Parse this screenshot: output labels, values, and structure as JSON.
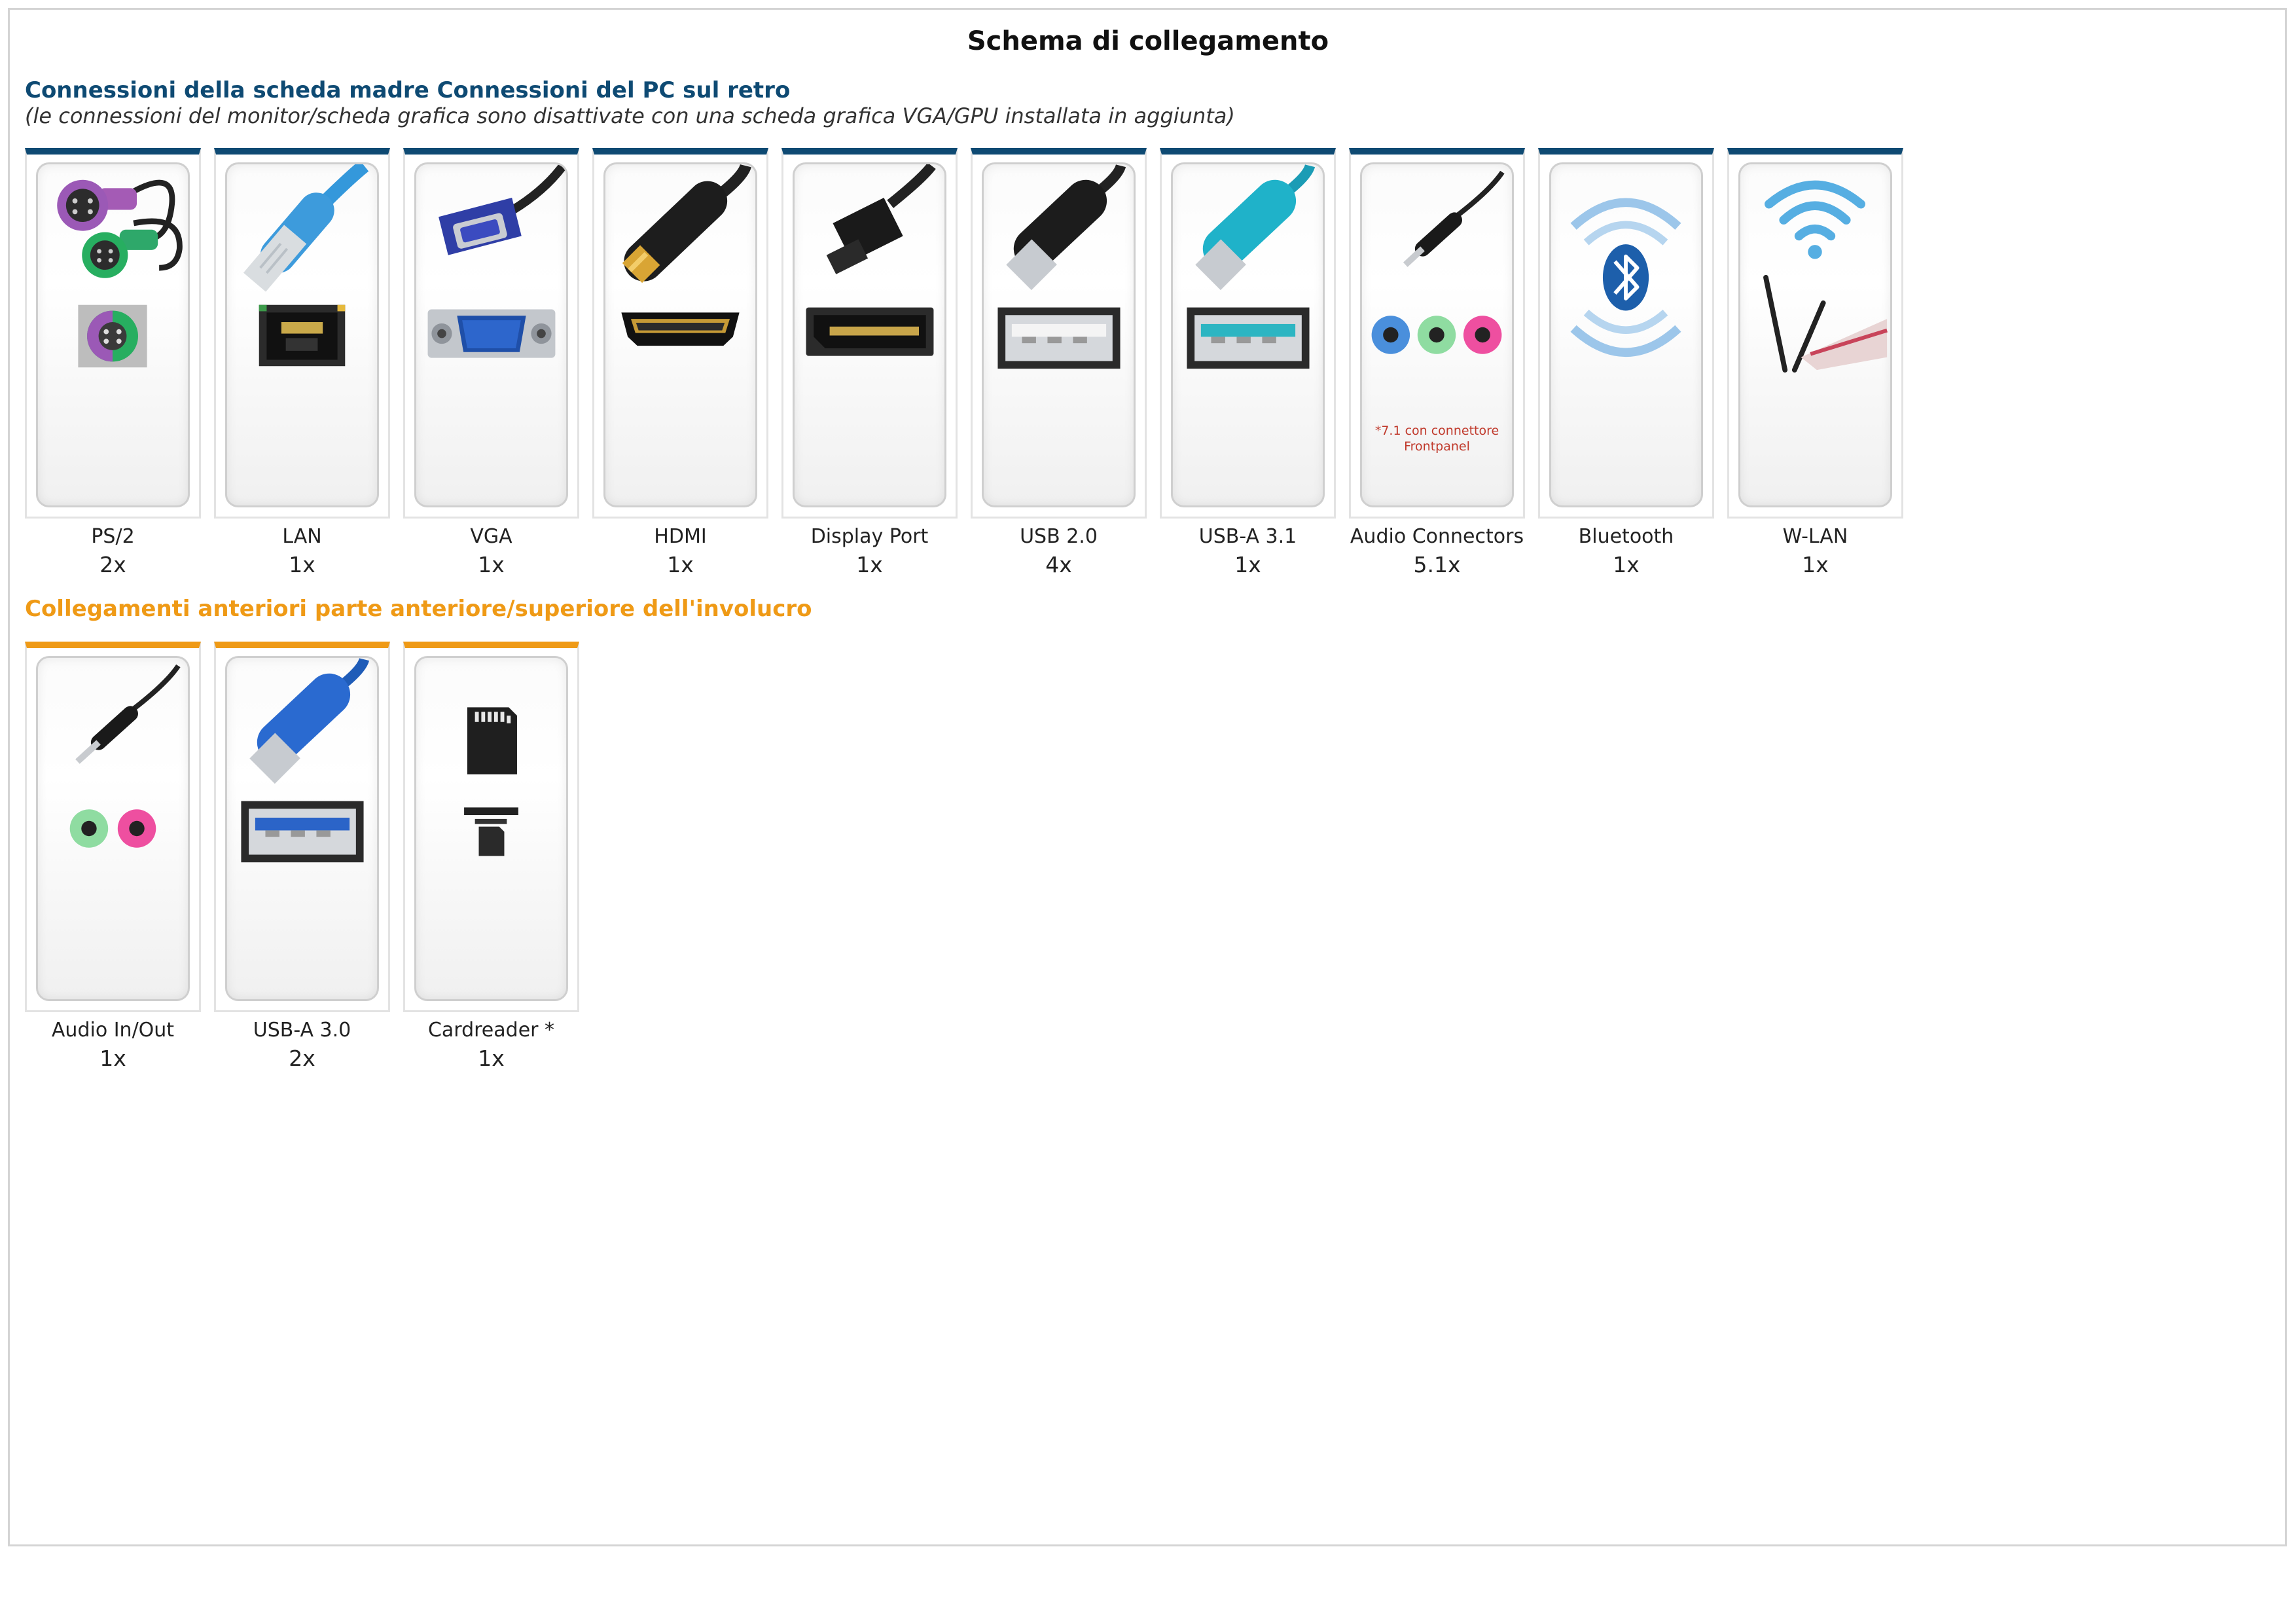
{
  "title": "Schema di collegamento",
  "rear": {
    "title": "Connessioni della scheda madre Connessioni del PC sul retro",
    "note": "(le connessioni del monitor/scheda grafica sono disattivate con una scheda grafica VGA/GPU installata in aggiunta)",
    "items": [
      {
        "label": "PS/2",
        "count": "2x",
        "icon": "ps2-connector-icon"
      },
      {
        "label": "LAN",
        "count": "1x",
        "icon": "lan-connector-icon"
      },
      {
        "label": "VGA",
        "count": "1x",
        "icon": "vga-connector-icon"
      },
      {
        "label": "HDMI",
        "count": "1x",
        "icon": "hdmi-connector-icon"
      },
      {
        "label": "Display Port",
        "count": "1x",
        "icon": "displayport-connector-icon"
      },
      {
        "label": "USB 2.0",
        "count": "4x",
        "icon": "usb2-connector-icon"
      },
      {
        "label": "USB-A 3.1",
        "count": "1x",
        "icon": "usb31-connector-icon"
      },
      {
        "label": "Audio Connectors",
        "count": "5.1x",
        "icon": "audio-jacks-icon",
        "note_line1": "*7.1 con connettore",
        "note_line2": "Frontpanel"
      },
      {
        "label": "Bluetooth",
        "count": "1x",
        "icon": "bluetooth-icon"
      },
      {
        "label": "W-LAN",
        "count": "1x",
        "icon": "wlan-icon"
      }
    ]
  },
  "front": {
    "title": "Collegamenti anteriori parte anteriore/superiore dell'involucro",
    "items": [
      {
        "label": "Audio In/Out",
        "count": "1x",
        "icon": "audio-in-out-icon"
      },
      {
        "label": "USB-A 3.0",
        "count": "2x",
        "icon": "usb30-connector-icon"
      },
      {
        "label": "Cardreader *",
        "count": "1x",
        "icon": "card-reader-icon"
      }
    ]
  },
  "colors": {
    "rear_accent": "#0e4a73",
    "front_accent": "#ef9a16"
  }
}
